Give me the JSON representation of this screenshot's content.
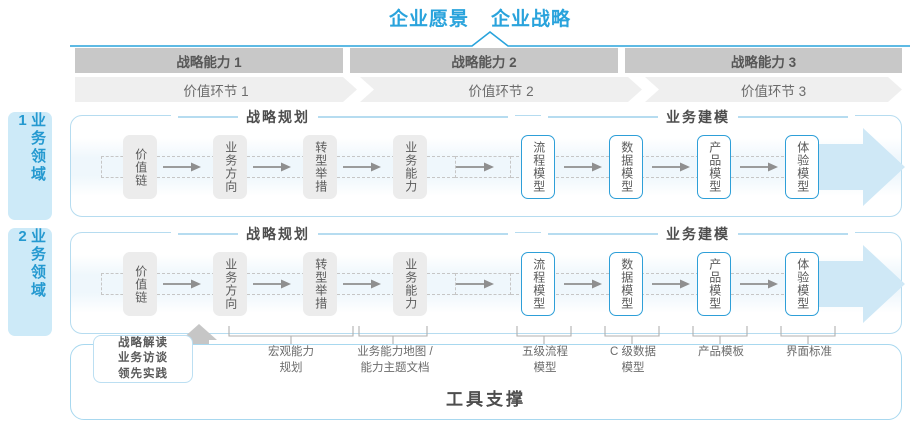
{
  "header": {
    "titles": [
      "企业愿景",
      "企业战略"
    ],
    "accent_color": "#29a3dc"
  },
  "capability_bar": {
    "cells": [
      "战略能力 1",
      "战略能力 2",
      "战略能力 3"
    ],
    "bg_color": "#c8c8c8",
    "text_color": "#575757"
  },
  "value_chain_bar": {
    "cells": [
      "价值环节 1",
      "价值环节 2",
      "价值环节 3"
    ],
    "bg_color": "#efefef",
    "text_color": "#6b6b6b"
  },
  "domains": [
    {
      "label": "业务领域 1",
      "sections": [
        {
          "title": "战略规划",
          "nodes": [
            "价值链",
            "业务方向",
            "转型举措",
            "业务能力"
          ],
          "style": "gray"
        },
        {
          "title": "业务建模",
          "nodes": [
            "流程模型",
            "数据模型",
            "产品模型",
            "体验模型"
          ],
          "style": "blue"
        }
      ]
    },
    {
      "label": "业务领域 2",
      "sections": [
        {
          "title": "战略规划",
          "nodes": [
            "价值链",
            "业务方向",
            "转型举措",
            "业务能力"
          ],
          "style": "gray"
        },
        {
          "title": "业务建模",
          "nodes": [
            "流程模型",
            "数据模型",
            "产品模型",
            "体验模型"
          ],
          "style": "blue"
        }
      ]
    }
  ],
  "tool_support": {
    "title": "工具支撑",
    "chip": "战略解读\n业务访谈\n领先实践",
    "labels": [
      "宏观能力\n规划",
      "业务能力地图 /\n能力主题文档",
      "五级流程\n模型",
      "C 级数据\n模型",
      "产品模板",
      "界面标准"
    ]
  },
  "colors": {
    "blue_accent": "#29a3dc",
    "blue_border": "#2e9fd8",
    "blue_soft": "#b6dcf0",
    "blue_fill": "#cdeaf8",
    "band": "#eff7fc",
    "gray_node": "#ececec",
    "text_gray": "#5a5a5a"
  }
}
